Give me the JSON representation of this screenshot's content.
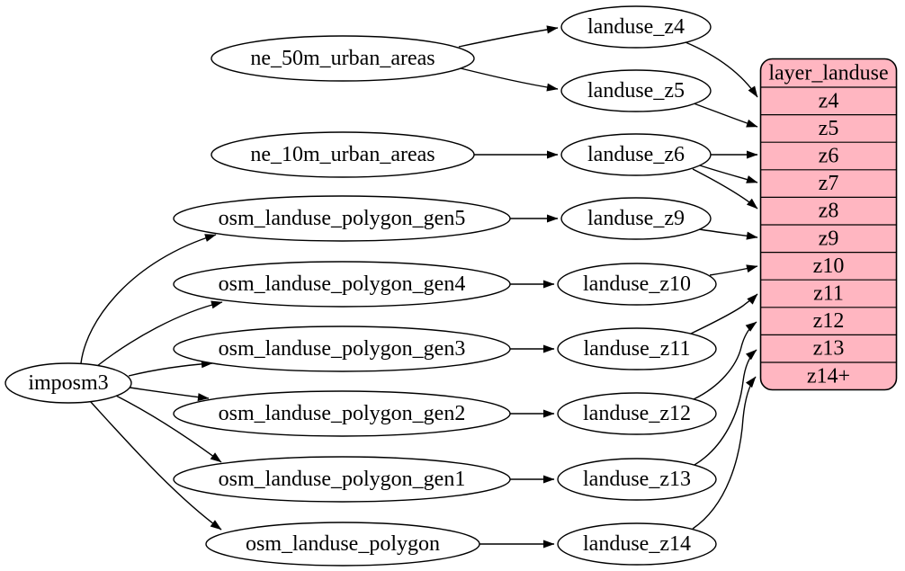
{
  "diagram": {
    "background": "#ffffff",
    "node_fill": "#ffffff",
    "stroke_color": "#000000",
    "text_color": "#000000",
    "nodes": {
      "imposm3": "imposm3",
      "ne_50m_urban_areas": "ne_50m_urban_areas",
      "ne_10m_urban_areas": "ne_10m_urban_areas",
      "osm_landuse_polygon_gen5": "osm_landuse_polygon_gen5",
      "osm_landuse_polygon_gen4": "osm_landuse_polygon_gen4",
      "osm_landuse_polygon_gen3": "osm_landuse_polygon_gen3",
      "osm_landuse_polygon_gen2": "osm_landuse_polygon_gen2",
      "osm_landuse_polygon_gen1": "osm_landuse_polygon_gen1",
      "osm_landuse_polygon": "osm_landuse_polygon",
      "landuse_z4": "landuse_z4",
      "landuse_z5": "landuse_z5",
      "landuse_z6": "landuse_z6",
      "landuse_z9": "landuse_z9",
      "landuse_z10": "landuse_z10",
      "landuse_z11": "landuse_z11",
      "landuse_z12": "landuse_z12",
      "landuse_z13": "landuse_z13",
      "landuse_z14": "landuse_z14"
    },
    "table": {
      "title": "layer_landuse",
      "fill": "#ffb6c1",
      "rows": [
        "z4",
        "z5",
        "z6",
        "z7",
        "z8",
        "z9",
        "z10",
        "z11",
        "z12",
        "z13",
        "z14+"
      ]
    },
    "edges": [
      {
        "from": "imposm3",
        "to": "osm_landuse_polygon_gen5"
      },
      {
        "from": "imposm3",
        "to": "osm_landuse_polygon_gen4"
      },
      {
        "from": "imposm3",
        "to": "osm_landuse_polygon_gen3"
      },
      {
        "from": "imposm3",
        "to": "osm_landuse_polygon_gen2"
      },
      {
        "from": "imposm3",
        "to": "osm_landuse_polygon_gen1"
      },
      {
        "from": "imposm3",
        "to": "osm_landuse_polygon"
      },
      {
        "from": "ne_50m_urban_areas",
        "to": "landuse_z4"
      },
      {
        "from": "ne_50m_urban_areas",
        "to": "landuse_z5"
      },
      {
        "from": "ne_10m_urban_areas",
        "to": "landuse_z6"
      },
      {
        "from": "osm_landuse_polygon_gen5",
        "to": "landuse_z9"
      },
      {
        "from": "osm_landuse_polygon_gen4",
        "to": "landuse_z10"
      },
      {
        "from": "osm_landuse_polygon_gen3",
        "to": "landuse_z11"
      },
      {
        "from": "osm_landuse_polygon_gen2",
        "to": "landuse_z12"
      },
      {
        "from": "osm_landuse_polygon_gen1",
        "to": "landuse_z13"
      },
      {
        "from": "osm_landuse_polygon",
        "to": "landuse_z14"
      },
      {
        "from": "landuse_z4",
        "to": "layer_landuse.z4"
      },
      {
        "from": "landuse_z5",
        "to": "layer_landuse.z5"
      },
      {
        "from": "landuse_z6",
        "to": "layer_landuse.z6"
      },
      {
        "from": "landuse_z6",
        "to": "layer_landuse.z7"
      },
      {
        "from": "landuse_z6",
        "to": "layer_landuse.z8"
      },
      {
        "from": "landuse_z9",
        "to": "layer_landuse.z9"
      },
      {
        "from": "landuse_z10",
        "to": "layer_landuse.z10"
      },
      {
        "from": "landuse_z11",
        "to": "layer_landuse.z11"
      },
      {
        "from": "landuse_z12",
        "to": "layer_landuse.z12"
      },
      {
        "from": "landuse_z13",
        "to": "layer_landuse.z13"
      },
      {
        "from": "landuse_z14",
        "to": "layer_landuse.z14+"
      }
    ]
  }
}
